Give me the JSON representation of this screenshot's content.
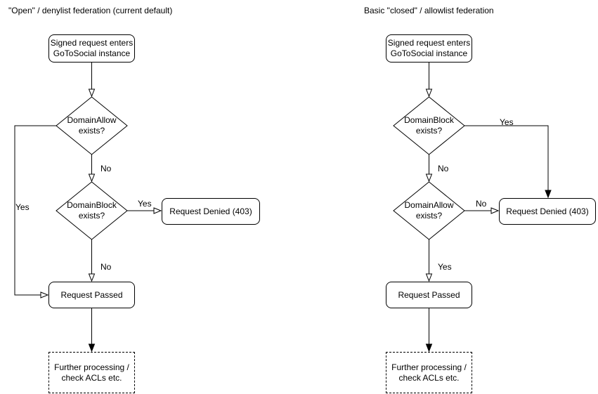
{
  "colors": {
    "stroke": "#000000",
    "text": "#000000",
    "background": "#ffffff",
    "node_fill": "#ffffff"
  },
  "diagrams": [
    {
      "title": "\"Open\" / denylist federation (current default)",
      "nodes": {
        "start": "Signed request enters\nGoToSocial instance",
        "decision1": "DomainAllow\nexists?",
        "decision2": "DomainBlock\nexists?",
        "denied": "Request Denied (403)",
        "passed": "Request Passed",
        "further": "Further processing /\ncheck ACLs etc."
      },
      "edge_labels": {
        "decision1_no": "No",
        "decision1_yes": "Yes",
        "decision2_yes": "Yes",
        "decision2_no": "No"
      }
    },
    {
      "title": "Basic \"closed\" / allowlist federation",
      "nodes": {
        "start": "Signed request enters\nGoToSocial instance",
        "decision1": "DomainBlock\nexists?",
        "decision2": "DomainAllow\nexists?",
        "denied": "Request Denied (403)",
        "passed": "Request Passed",
        "further": "Further processing /\ncheck ACLs etc."
      },
      "edge_labels": {
        "decision1_yes": "Yes",
        "decision1_no": "No",
        "decision2_no": "No",
        "decision2_yes": "Yes"
      }
    }
  ]
}
